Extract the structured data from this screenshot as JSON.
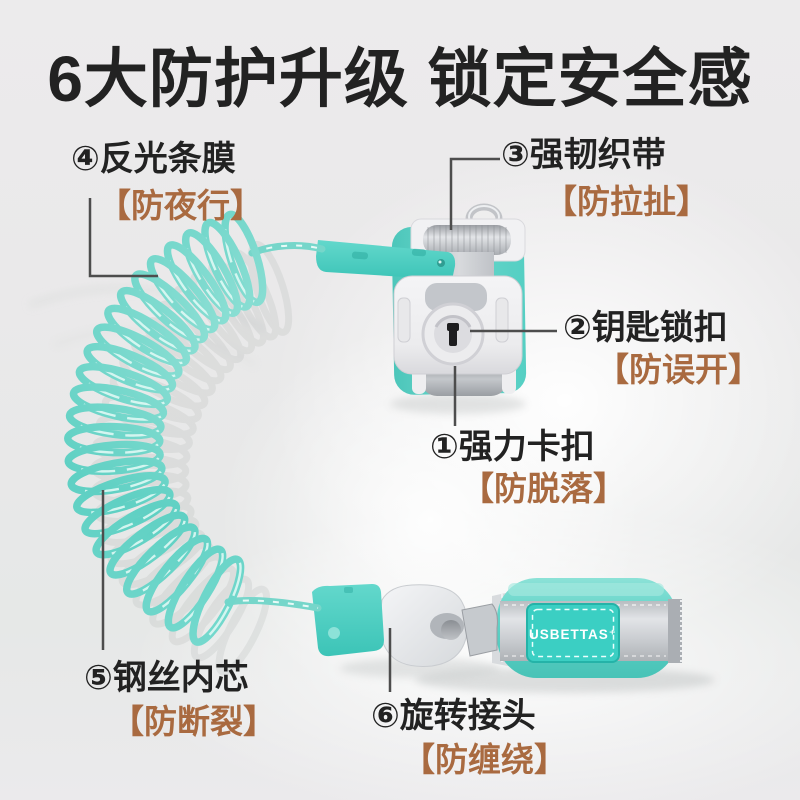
{
  "title": "6大防护升级 锁定安全感",
  "product": {
    "brand_label": "USBETTAS⁺"
  },
  "colors": {
    "teal": "#52d0c4",
    "teal_light": "#a9e9e0",
    "brown": "#a96a40",
    "ink": "#222222",
    "line": "#4d4d4d",
    "metal_gray": "#c6c9ce"
  },
  "callouts": [
    {
      "label": "④反光条膜",
      "benefit": "【防夜行】"
    },
    {
      "label": "③强韧织带",
      "benefit": "【防拉扯】"
    },
    {
      "label": "②钥匙锁扣",
      "benefit": "【防误开】"
    },
    {
      "label": "①强力卡扣",
      "benefit": "【防脱落】"
    },
    {
      "label": "⑤钢丝内芯",
      "benefit": "【防断裂】"
    },
    {
      "label": "⑥旋转接头",
      "benefit": "【防缠绕】"
    }
  ]
}
